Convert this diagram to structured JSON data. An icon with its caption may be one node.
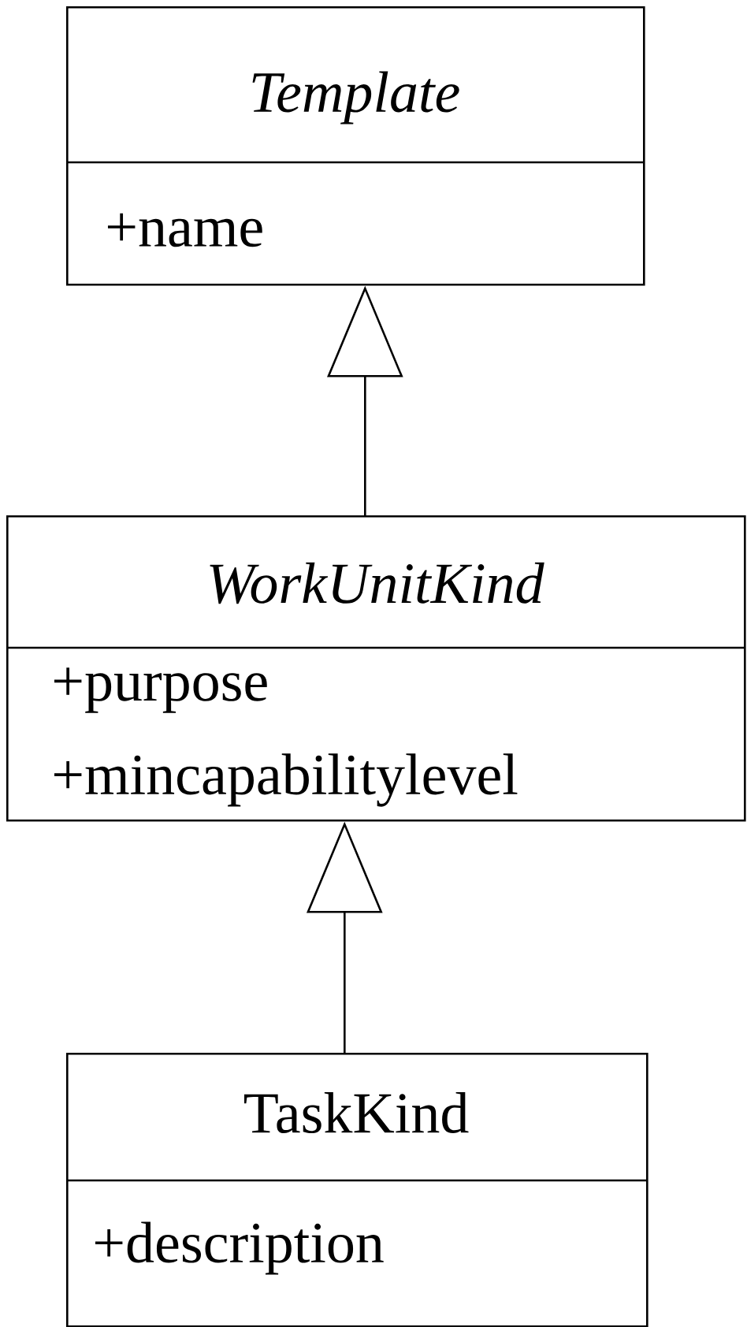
{
  "diagram": {
    "nodes": [
      {
        "text": [
          "Template",
          "+name"
        ]
      },
      {
        "text": [
          "WorkUnitKind",
          "+purpose",
          "+mincapabilitylevel"
        ]
      },
      {
        "text": [
          "TaskKind",
          "+description"
        ]
      }
    ],
    "edges": [
      {
        "from": 1,
        "to": 0,
        "arrow": "to"
      },
      {
        "from": 2,
        "to": 1,
        "arrow": "to"
      }
    ]
  }
}
